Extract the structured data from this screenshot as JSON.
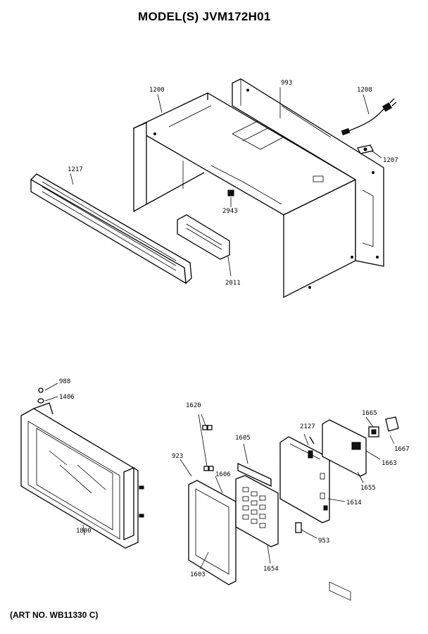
{
  "title": "MODEL(S) JVM172H01",
  "art_no": "(ART NO. WB11330 C)",
  "callouts": {
    "p993": "993",
    "p1200": "1200",
    "p1208": "1208",
    "p1207": "1207",
    "p1217": "1217",
    "p2943": "2943",
    "p2011": "2011",
    "p988": "988",
    "p1406": "1406",
    "p1800": "1800",
    "p1620": "1620",
    "p923": "923",
    "p1606": "1606",
    "p1605": "1605",
    "p2127": "2127",
    "p1665": "1665",
    "p1667": "1667",
    "p1663": "1663",
    "p1655": "1655",
    "p1614": "1614",
    "p953": "953",
    "p1654": "1654",
    "p1603": "1603"
  }
}
